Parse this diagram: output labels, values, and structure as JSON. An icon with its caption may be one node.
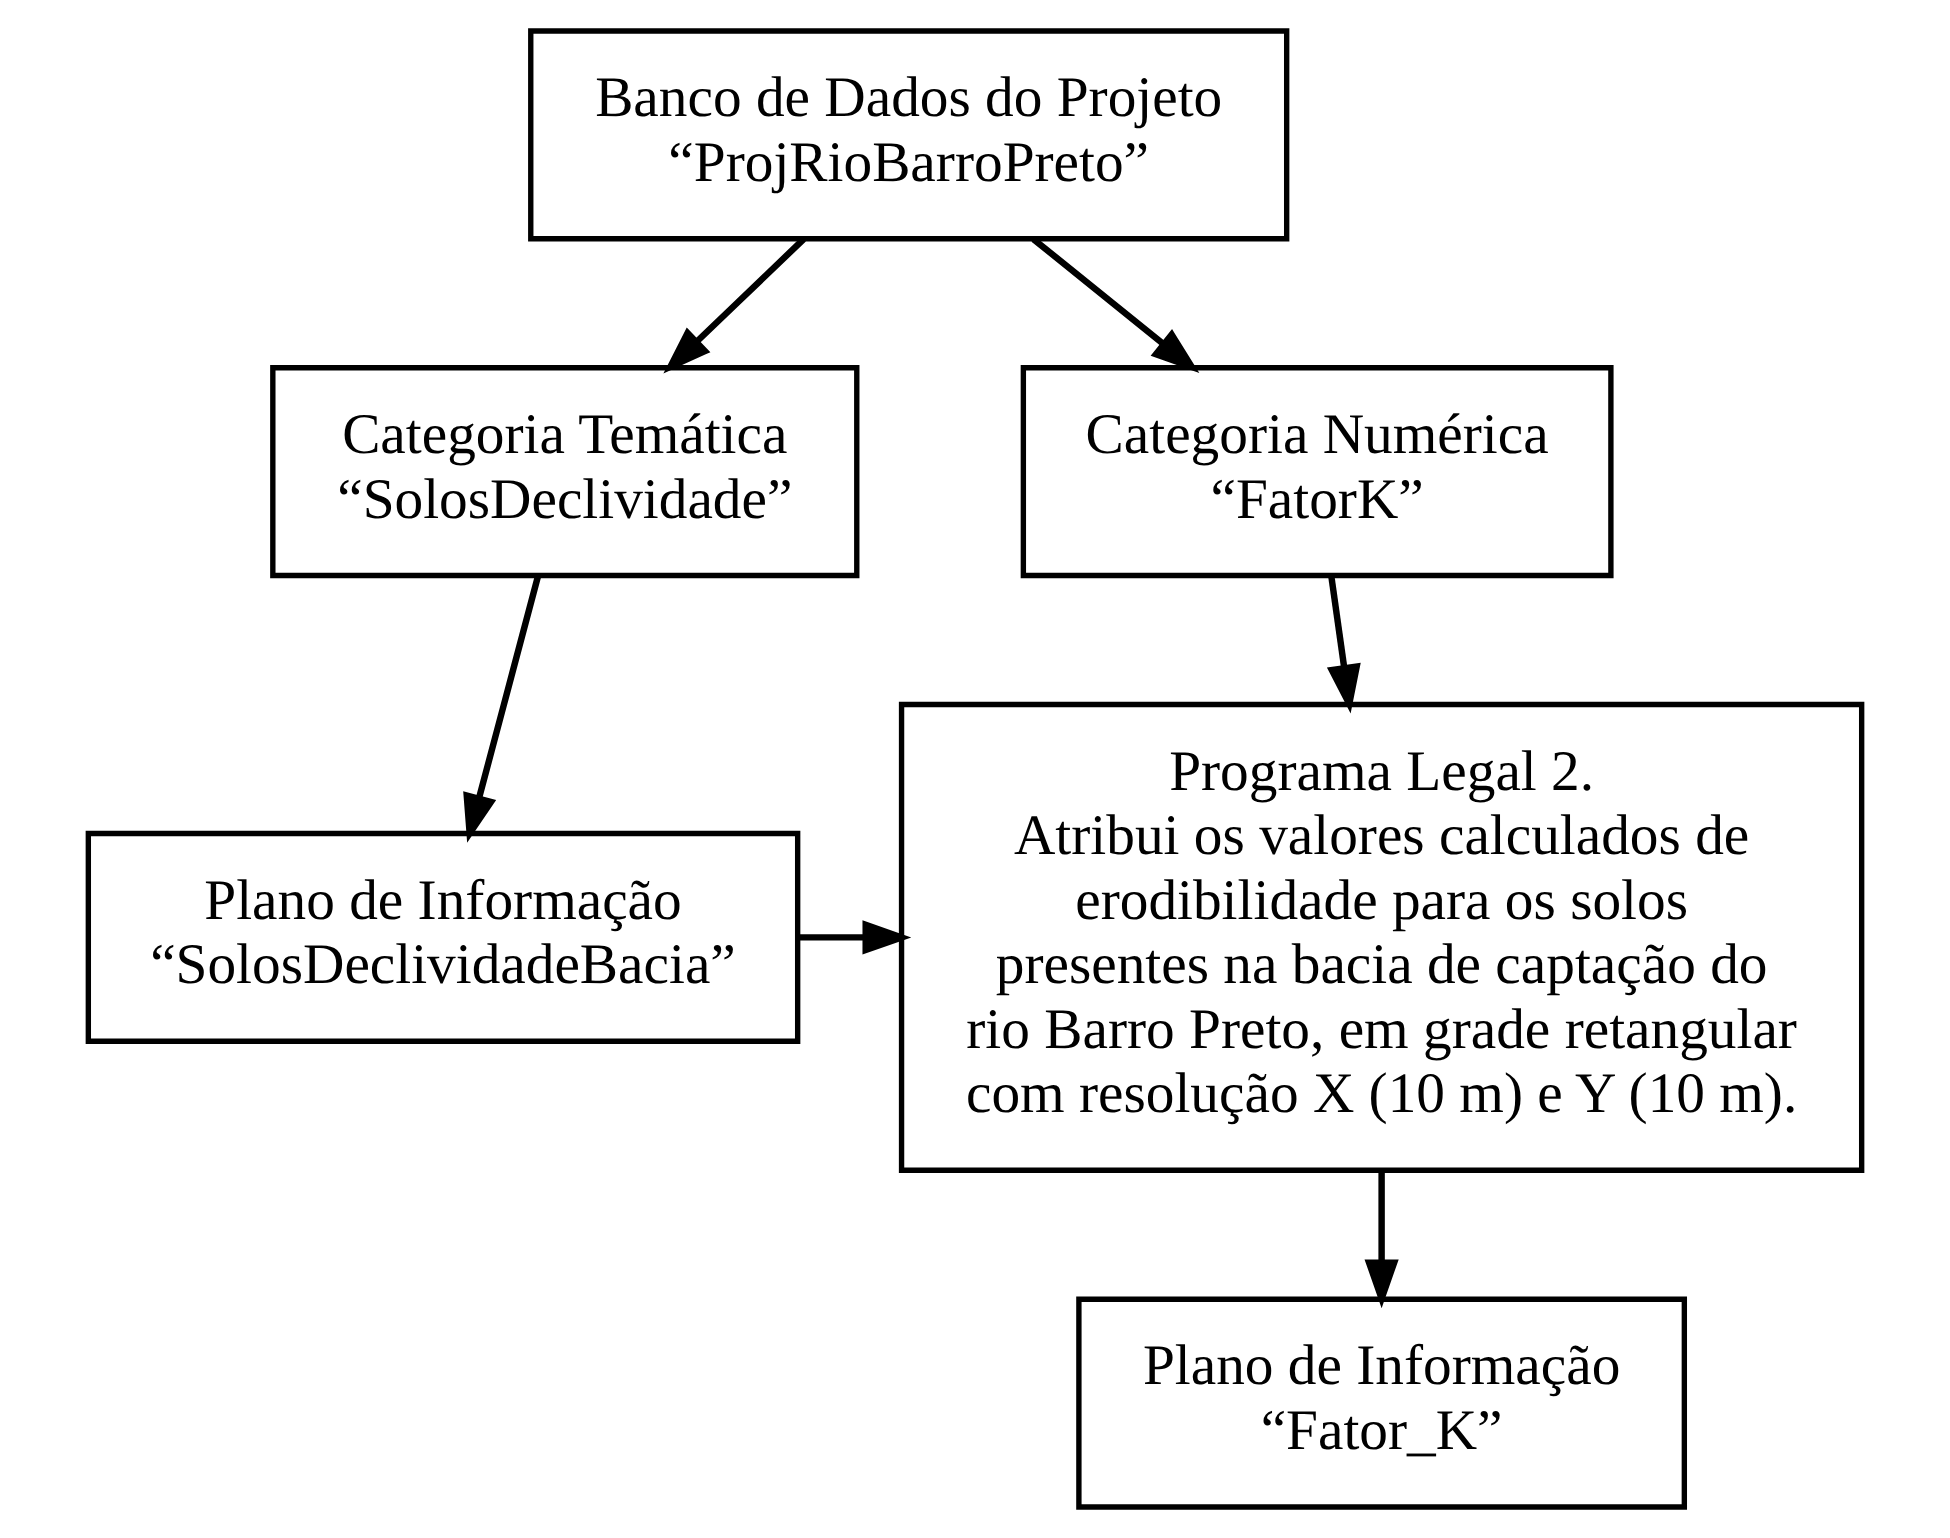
{
  "diagram": {
    "nodes": [
      {
        "text": [
          "Banco de Dados do Projeto",
          "“ProjRioBarroPreto”"
        ]
      },
      {
        "text": [
          "Categoria Temática",
          "“SolosDeclividade”"
        ]
      },
      {
        "text": [
          "Categoria Numérica",
          "“FatorK”"
        ]
      },
      {
        "text": [
          "Plano de Informação",
          "“SolosDeclividadeBacia”"
        ]
      },
      {
        "text": [
          "Programa Legal 2.",
          "Atribui os valores calculados de erodibilidade para os solos presentes na bacia de captação do rio Barro Preto, em grade retangular com resolução X (10 m) e Y (10 m)."
        ]
      },
      {
        "text": [
          "Plano de Informação",
          "“Fator_K”"
        ]
      }
    ],
    "edges": [
      {
        "from": 0,
        "to": 1,
        "arrow": "to"
      },
      {
        "from": 0,
        "to": 2,
        "arrow": "to"
      },
      {
        "from": 1,
        "to": 3,
        "arrow": "to"
      },
      {
        "from": 2,
        "to": 4,
        "arrow": "to"
      },
      {
        "from": 3,
        "to": 4,
        "arrow": "to"
      },
      {
        "from": 4,
        "to": 5,
        "arrow": "to"
      }
    ]
  }
}
